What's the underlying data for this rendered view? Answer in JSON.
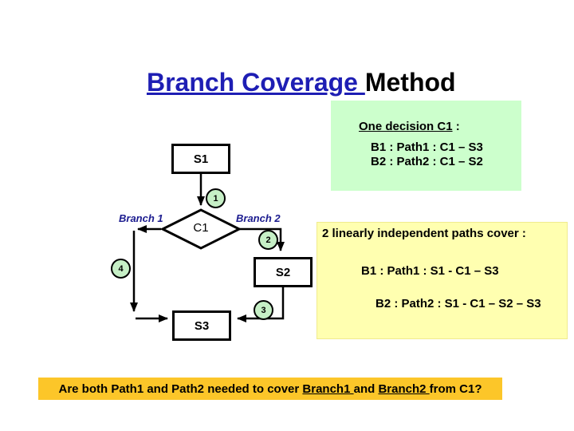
{
  "slide": {
    "title": {
      "underlined": "Branch Coverage ",
      "rest": "Method"
    }
  },
  "decision_note": {
    "heading_underlined": "One decision C1",
    "heading_suffix": " :",
    "line1": "B1 : Path1 : C1 – S3",
    "line2": "B2 : Path2 : C1 – S2"
  },
  "paths_note": {
    "heading": "2 linearly independent paths cover :",
    "line1": "B1 : Path1 : S1 - C1 – S3",
    "line2": "B2 : Path2 : S1 - C1 – S2 – S3"
  },
  "flowchart": {
    "node_s1": "S1",
    "node_c1": "C1",
    "node_s2": "S2",
    "node_s3": "S3",
    "branch1_label": "Branch 1",
    "branch2_label": "Branch 2",
    "marker1": "1",
    "marker2": "2",
    "marker3": "3",
    "marker4": "4"
  },
  "footer": {
    "part1": "Are both Path1 and Path2 needed to cover ",
    "branch1_underlined": "Branch1 ",
    "part2": "and ",
    "branch2_underlined": "Branch2 ",
    "part3": "from C1?"
  },
  "colors": {
    "title_blue": "#1e1eb4",
    "branch_label_navy": "#1b1b8f",
    "note_green": "#ccffcc",
    "note_yellow": "#ffffb0",
    "footer_gold": "#fcc629",
    "circle_green": "#c6efc6",
    "line_black": "#000000"
  }
}
